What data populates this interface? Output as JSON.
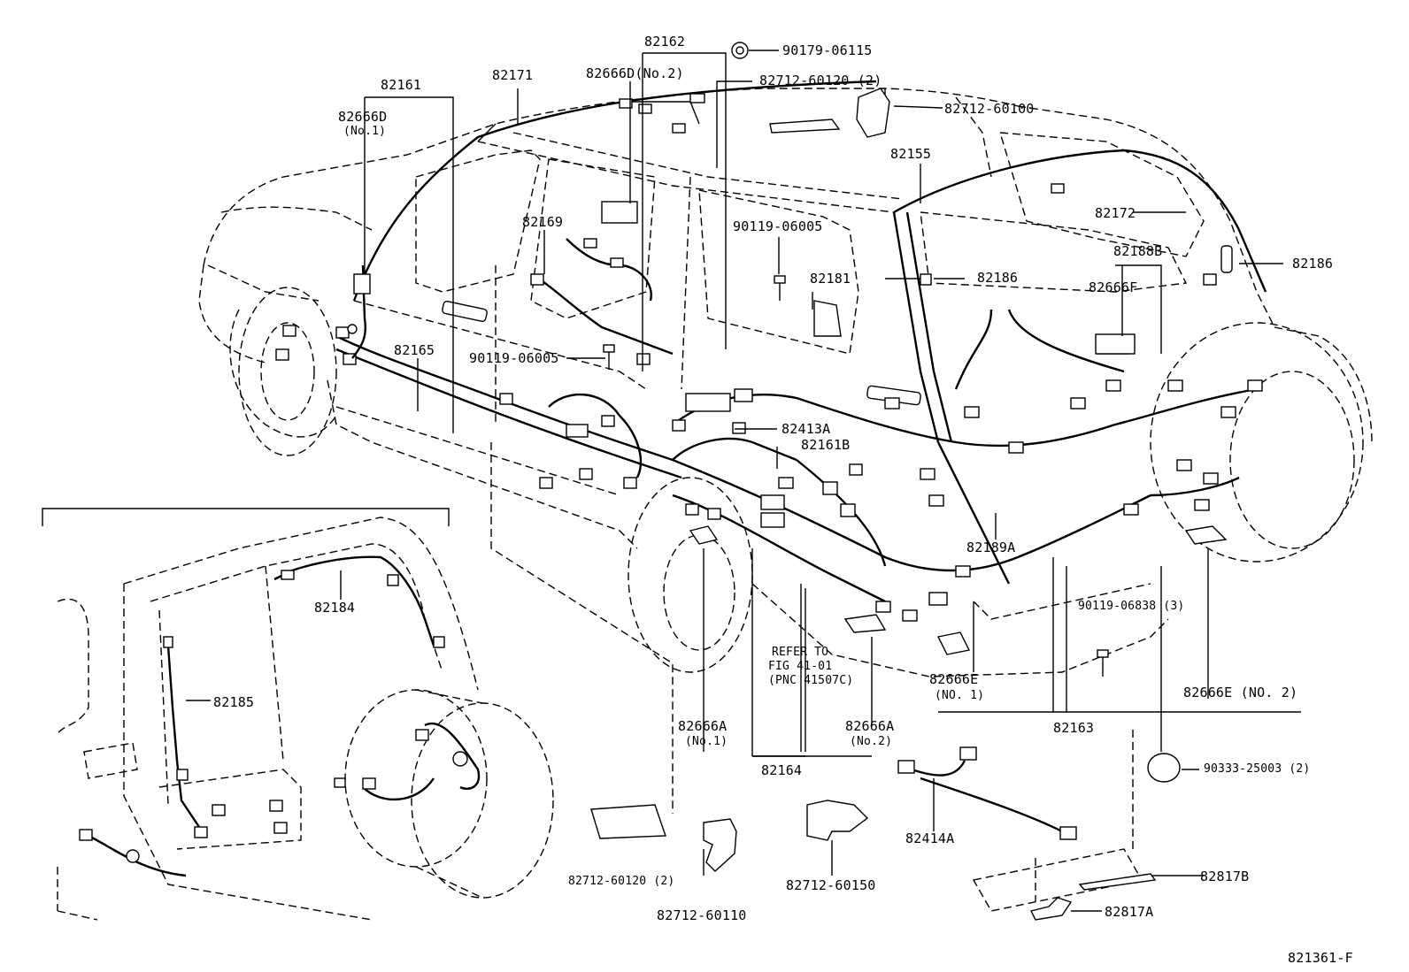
{
  "diagram": {
    "catalog_code": "821361-F",
    "part_labels": [
      {
        "id": "82162",
        "text": "82162"
      },
      {
        "id": "90179-06115",
        "text": "90179-06115"
      },
      {
        "id": "82666D-no2",
        "text": "82666D(No.2)"
      },
      {
        "id": "82712-60120-top",
        "text": "82712-60120 (2)"
      },
      {
        "id": "82171",
        "text": "82171"
      },
      {
        "id": "82161",
        "text": "82161"
      },
      {
        "id": "82712-60100",
        "text": "82712-60100"
      },
      {
        "id": "82666D-no1-a",
        "text": "82666D"
      },
      {
        "id": "82666D-no1-b",
        "text": "(No.1)"
      },
      {
        "id": "82155",
        "text": "82155"
      },
      {
        "id": "82172",
        "text": "82172"
      },
      {
        "id": "82169",
        "text": "82169"
      },
      {
        "id": "90119-06005-a",
        "text": "90119-06005"
      },
      {
        "id": "82188B",
        "text": "82188B"
      },
      {
        "id": "82186-right",
        "text": "82186"
      },
      {
        "id": "82181",
        "text": "82181"
      },
      {
        "id": "82186-mid",
        "text": "82186"
      },
      {
        "id": "82666F",
        "text": "82666F"
      },
      {
        "id": "82165",
        "text": "82165"
      },
      {
        "id": "90119-06005-b",
        "text": "90119-06005"
      },
      {
        "id": "82413A",
        "text": "82413A"
      },
      {
        "id": "82161B",
        "text": "82161B"
      },
      {
        "id": "82189A",
        "text": "82189A"
      },
      {
        "id": "82184",
        "text": "82184"
      },
      {
        "id": "90119-06838",
        "text": "90119-06838 (3)"
      },
      {
        "id": "refer-1",
        "text": "REFER TO"
      },
      {
        "id": "refer-2",
        "text": "FIG 41-01"
      },
      {
        "id": "refer-3",
        "text": "(PNC 41507C)"
      },
      {
        "id": "82666E-no1-a",
        "text": "82666E"
      },
      {
        "id": "82666E-no1-b",
        "text": "(NO. 1)"
      },
      {
        "id": "82666E-no2",
        "text": "82666E (NO. 2)"
      },
      {
        "id": "82185",
        "text": "82185"
      },
      {
        "id": "82666A-no1-a",
        "text": "82666A"
      },
      {
        "id": "82666A-no1-b",
        "text": "(No.1)"
      },
      {
        "id": "82666A-no2-a",
        "text": "82666A"
      },
      {
        "id": "82666A-no2-b",
        "text": "(No.2)"
      },
      {
        "id": "82163",
        "text": "82163"
      },
      {
        "id": "82164",
        "text": "82164"
      },
      {
        "id": "90333-25003",
        "text": "90333-25003 (2)"
      },
      {
        "id": "82414A",
        "text": "82414A"
      },
      {
        "id": "82712-60120-bot",
        "text": "82712-60120 (2)"
      },
      {
        "id": "82817B",
        "text": "82817B"
      },
      {
        "id": "82712-60150",
        "text": "82712-60150"
      },
      {
        "id": "82712-60110",
        "text": "82712-60110"
      },
      {
        "id": "82817A",
        "text": "82817A"
      }
    ]
  }
}
